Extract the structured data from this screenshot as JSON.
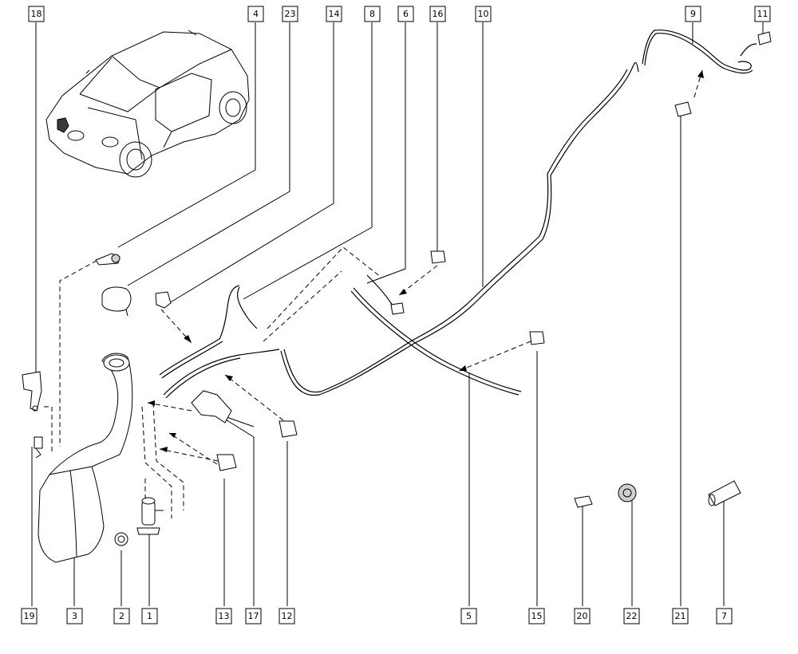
{
  "callouts": {
    "c18": "18",
    "c4": "4",
    "c23": "23",
    "c14": "14",
    "c8": "8",
    "c6": "6",
    "c16": "16",
    "c10": "10",
    "c9": "9",
    "c11": "11",
    "c19": "19",
    "c3": "3",
    "c2": "2",
    "c1": "1",
    "c13": "13",
    "c17": "17",
    "c12": "12",
    "c5": "5",
    "c15": "15",
    "c20": "20",
    "c22": "22",
    "c21": "21",
    "c7": "7"
  },
  "colors": {
    "ink": "#000000",
    "paper": "#ffffff",
    "shade": "#d0d0d0"
  }
}
